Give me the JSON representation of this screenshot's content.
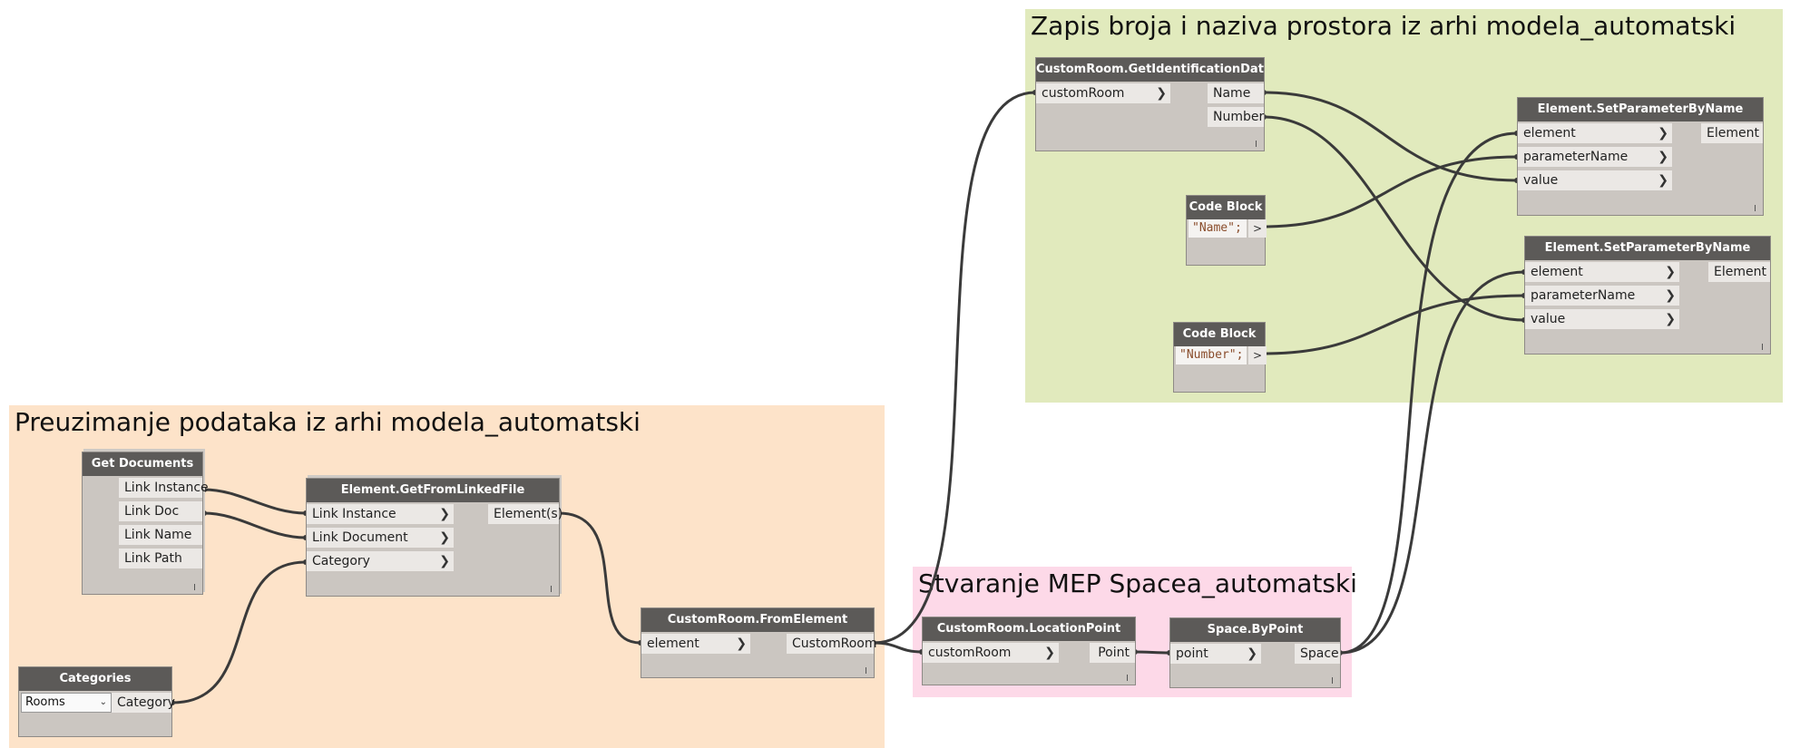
{
  "colors": {
    "group_green": "#e1eabd",
    "group_orange": "#fde3c9",
    "group_pink": "#fdd9e8",
    "wire": "#3a3a3a"
  },
  "groups": {
    "zapis": "Zapis broja i naziva prostora iz arhi modela_automatski",
    "preuzimanje": "Preuzimanje podataka iz arhi modela_automatski",
    "stvaranje": "Stvaranje MEP Spacea_automatski"
  },
  "nodes": {
    "get_ident": {
      "title": "CustomRoom.GetIdentificationData",
      "in": [
        "customRoom"
      ],
      "out": [
        "Name",
        "Number"
      ]
    },
    "set1": {
      "title": "Element.SetParameterByName",
      "in": [
        "element",
        "parameterName",
        "value"
      ],
      "out": [
        "Element"
      ]
    },
    "set2": {
      "title": "Element.SetParameterByName",
      "in": [
        "element",
        "parameterName",
        "value"
      ],
      "out": [
        "Element"
      ]
    },
    "code1": {
      "title": "Code Block",
      "code": "\"Name\";",
      "out": ">"
    },
    "code2": {
      "title": "Code Block",
      "code": "\"Number\";",
      "out": ">"
    },
    "get_docs": {
      "title": "Get Documents",
      "out": [
        "Link Instance",
        "Link Doc",
        "Link Name",
        "Link Path"
      ]
    },
    "get_linked": {
      "title": "Element.GetFromLinkedFile",
      "in": [
        "Link Instance",
        "Link Document",
        "Category"
      ],
      "out": [
        "Element(s)"
      ]
    },
    "categories": {
      "title": "Categories",
      "selected": "Rooms",
      "out": [
        "Category"
      ]
    },
    "from_element": {
      "title": "CustomRoom.FromElement",
      "in": [
        "element"
      ],
      "out": [
        "CustomRoom"
      ]
    },
    "location_point": {
      "title": "CustomRoom.LocationPoint",
      "in": [
        "customRoom"
      ],
      "out": [
        "Point"
      ]
    },
    "space_by_point": {
      "title": "Space.ByPoint",
      "in": [
        "point"
      ],
      "out": [
        "Space"
      ]
    }
  }
}
